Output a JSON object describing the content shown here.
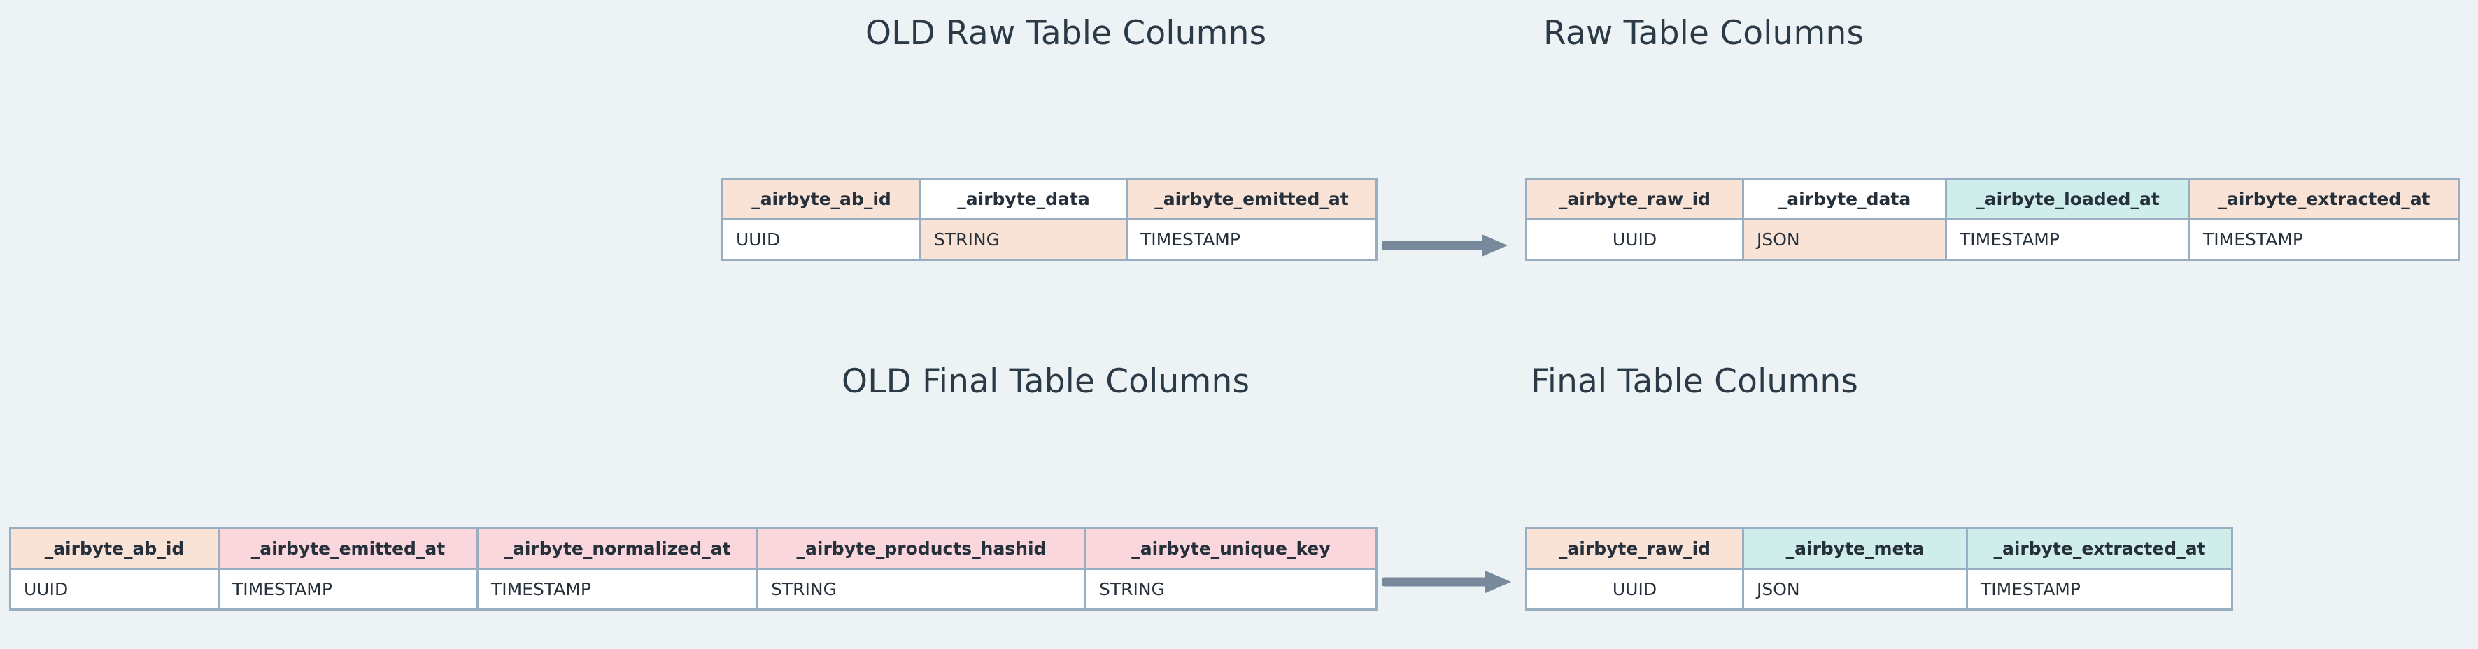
{
  "background_color": "#edf2f5",
  "palette": {
    "peach": "#f9e3d7",
    "pink": "#f9d7dd",
    "teal": "#cfedea",
    "white": "#ffffff",
    "border": "#9aaec1",
    "text": "#25303b",
    "title_text": "#2b3a47",
    "arrow": "#78899b"
  },
  "titles": {
    "old_raw": "OLD Raw Table Columns",
    "new_raw": "Raw Table Columns",
    "old_final": "OLD Final Table Columns",
    "new_final": "Final Table Columns"
  },
  "tables": {
    "old_raw": {
      "title": "OLD Raw Table Columns",
      "columns": [
        {
          "name": "_airbyte_ab_id",
          "type": "UUID",
          "header_fill": "peach",
          "type_fill": "white"
        },
        {
          "name": "_airbyte_data",
          "type": "STRING",
          "header_fill": "white",
          "type_fill": "peach"
        },
        {
          "name": "_airbyte_emitted_at",
          "type": "TIMESTAMP",
          "header_fill": "peach",
          "type_fill": "white"
        }
      ]
    },
    "new_raw": {
      "title": "Raw Table Columns",
      "columns": [
        {
          "name": "_airbyte_raw_id",
          "type": "UUID",
          "header_fill": "peach",
          "type_fill": "white"
        },
        {
          "name": "_airbyte_data",
          "type": "JSON",
          "header_fill": "white",
          "type_fill": "peach"
        },
        {
          "name": "_airbyte_loaded_at",
          "type": "TIMESTAMP",
          "header_fill": "teal",
          "type_fill": "white"
        },
        {
          "name": "_airbyte_extracted_at",
          "type": "TIMESTAMP",
          "header_fill": "peach",
          "type_fill": "white"
        }
      ]
    },
    "old_final": {
      "title": "OLD Final Table Columns",
      "columns": [
        {
          "name": "_airbyte_ab_id",
          "type": "UUID",
          "header_fill": "peach",
          "type_fill": "white"
        },
        {
          "name": "_airbyte_emitted_at",
          "type": "TIMESTAMP",
          "header_fill": "pink",
          "type_fill": "white"
        },
        {
          "name": "_airbyte_normalized_at",
          "type": "TIMESTAMP",
          "header_fill": "pink",
          "type_fill": "white"
        },
        {
          "name": "_airbyte_products_hashid",
          "type": "STRING",
          "header_fill": "pink",
          "type_fill": "white"
        },
        {
          "name": "_airbyte_unique_key",
          "type": "STRING",
          "header_fill": "pink",
          "type_fill": "white"
        }
      ]
    },
    "new_final": {
      "title": "Final Table Columns",
      "columns": [
        {
          "name": "_airbyte_raw_id",
          "type": "UUID",
          "header_fill": "peach",
          "type_fill": "white"
        },
        {
          "name": "_airbyte_meta",
          "type": "JSON",
          "header_fill": "teal",
          "type_fill": "white"
        },
        {
          "name": "_airbyte_extracted_at",
          "type": "TIMESTAMP",
          "header_fill": "teal",
          "type_fill": "white"
        }
      ]
    }
  },
  "arrows": [
    {
      "name": "raw-migration-arrow",
      "from": "old_raw",
      "to": "new_raw"
    },
    {
      "name": "final-migration-arrow",
      "from": "old_final",
      "to": "new_final"
    }
  ]
}
